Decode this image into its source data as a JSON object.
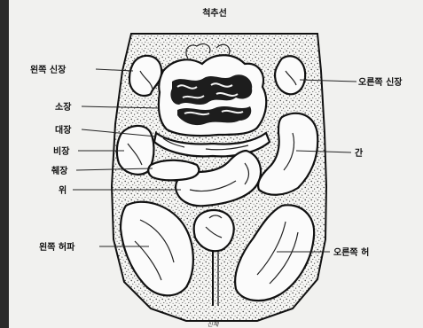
{
  "title": "척추선",
  "labels": {
    "left_kidney": "왼쪽 신장",
    "small_intestine": "소장",
    "large_intestine": "대장",
    "spleen": "비장",
    "pancreas": "췌장",
    "stomach": "위",
    "left_lung": "왼쪽 허파",
    "right_kidney": "오른쪽 신장",
    "liver": "간",
    "right_lung": "오른쪽 허"
  },
  "footer_signature": "신체"
}
